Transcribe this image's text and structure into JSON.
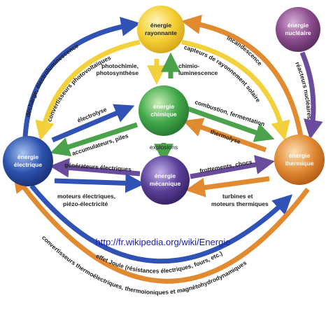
{
  "nodes": {
    "rayonnante": {
      "line1": "énergie",
      "line2": "rayonnante",
      "color": "#f6d238"
    },
    "nucleaire": {
      "line1": "énergie",
      "line2": "nucléaire",
      "color": "#8e4f8f"
    },
    "chimique": {
      "line1": "énergie",
      "line2": "chimique",
      "color": "#3fa34a"
    },
    "electrique": {
      "line1": "énergie",
      "line2": "électrique",
      "color": "#2b4fa8"
    },
    "thermique": {
      "line1": "énergie",
      "line2": "thermique",
      "color": "#e08a32"
    },
    "mecanique": {
      "line1": "énergie",
      "line2": "mécanique",
      "color": "#5a3f96"
    }
  },
  "edges": {
    "decharge": "décharge, électroluminescence",
    "photovoltaiques": "convertisseurs photovoltaïques",
    "incandescence": "incandescence",
    "capteurs": "capteurs de rayonnement solaire",
    "reacteurs": "réacteurs nucléaires",
    "photochimie_1": "photochimie,",
    "photochimie_2": "photosynthèse",
    "chimioluminescence_1": "chimio-",
    "chimioluminescence_2": "luminescence",
    "electrolyse": "électrolyse",
    "accumulateurs": "accumulateurs, piles",
    "combustion": "combustion, fermentation",
    "thermolyse": "thermolyse",
    "explosions": "explosions",
    "generateurs": "générateurs électriques",
    "moteurs_1": "moteurs électriques,",
    "moteurs_2": "piézo-électricité",
    "frottements": "frottements, chocs",
    "turbines_1": "turbines et",
    "turbines_2": "moteurs thermiques",
    "effet_joule": "effet Joule (résistances électriques, fours, etc.)",
    "convertisseurs_thermo": "convertisseurs thermoélectriques, thermoïoniques et magnétohydrodynamiques"
  },
  "url_text": "http://fr.wikipedia.org/wiki/Energie",
  "colors": {
    "blue_arrow": "#2f52b4",
    "yellow_arrow": "#f3d13c",
    "orange_arrow": "#e18a2f",
    "purple_arrow": "#6a4c9c",
    "green_arrow": "#4aa34a",
    "url": "#1a1ab8"
  }
}
